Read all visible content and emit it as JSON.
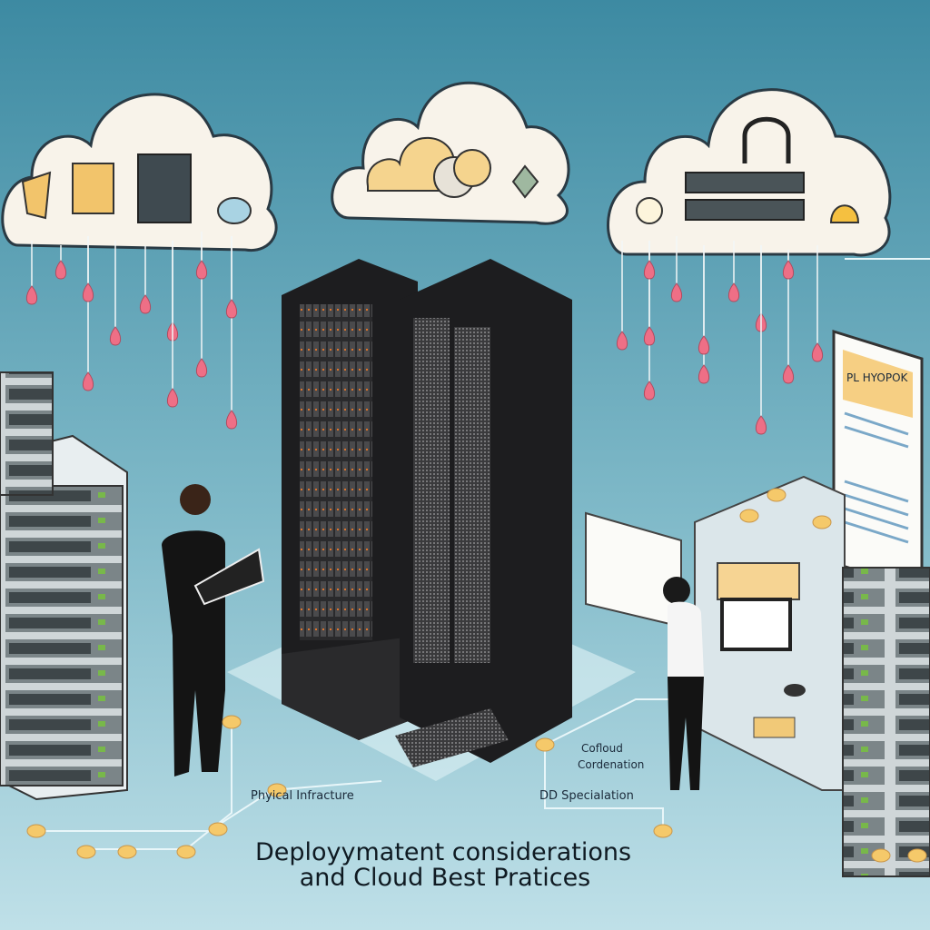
{
  "title": {
    "line1": "Deployymatent considerations",
    "line2": "and Cloud Best Pratices"
  },
  "labels": {
    "physical": "Phyical Infracture",
    "cloud_coordination_1": "Cofloud",
    "cloud_coordination_2": "Cordenation",
    "specialation": "DD Specialation"
  },
  "poster": {
    "heading": "PL HYOPOK"
  },
  "colors": {
    "sky_top": "#3d8aa2",
    "sky_bottom": "#bfe0e8",
    "cloud": "#f8f3ea",
    "drop": "#ee6f86",
    "node": "#f5c96a",
    "rack": "#1d1d1f"
  }
}
